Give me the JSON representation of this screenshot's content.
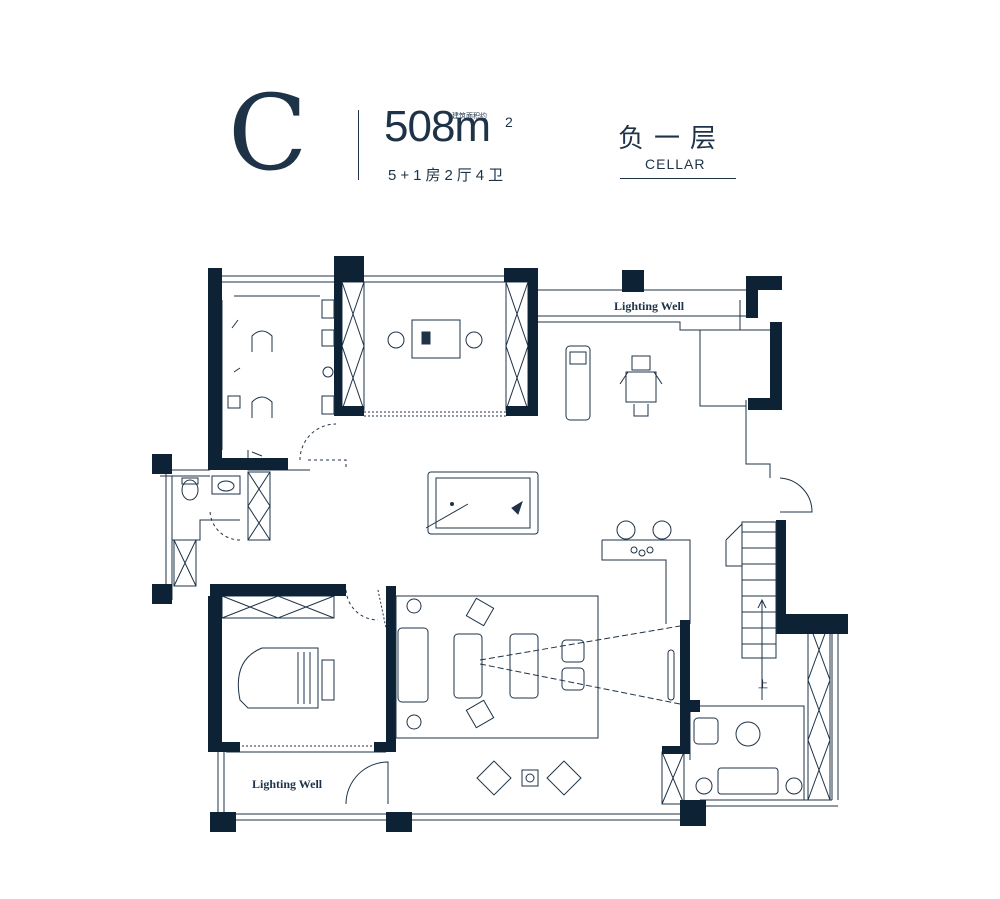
{
  "header": {
    "unit": "C",
    "area": "508m",
    "area_sup": "2",
    "area_note": "建筑面积约",
    "rooms": "5+1房2厅4卫",
    "floor_cn": "负一层",
    "floor_en": "CELLAR"
  },
  "plan": {
    "lighting_well_top": "Lighting Well",
    "lighting_well_bottom": "Lighting Well",
    "stair_up": "上"
  },
  "colors": {
    "wall": "#0e2236",
    "line": "#1e3347",
    "window_fill": "#ffffff"
  }
}
